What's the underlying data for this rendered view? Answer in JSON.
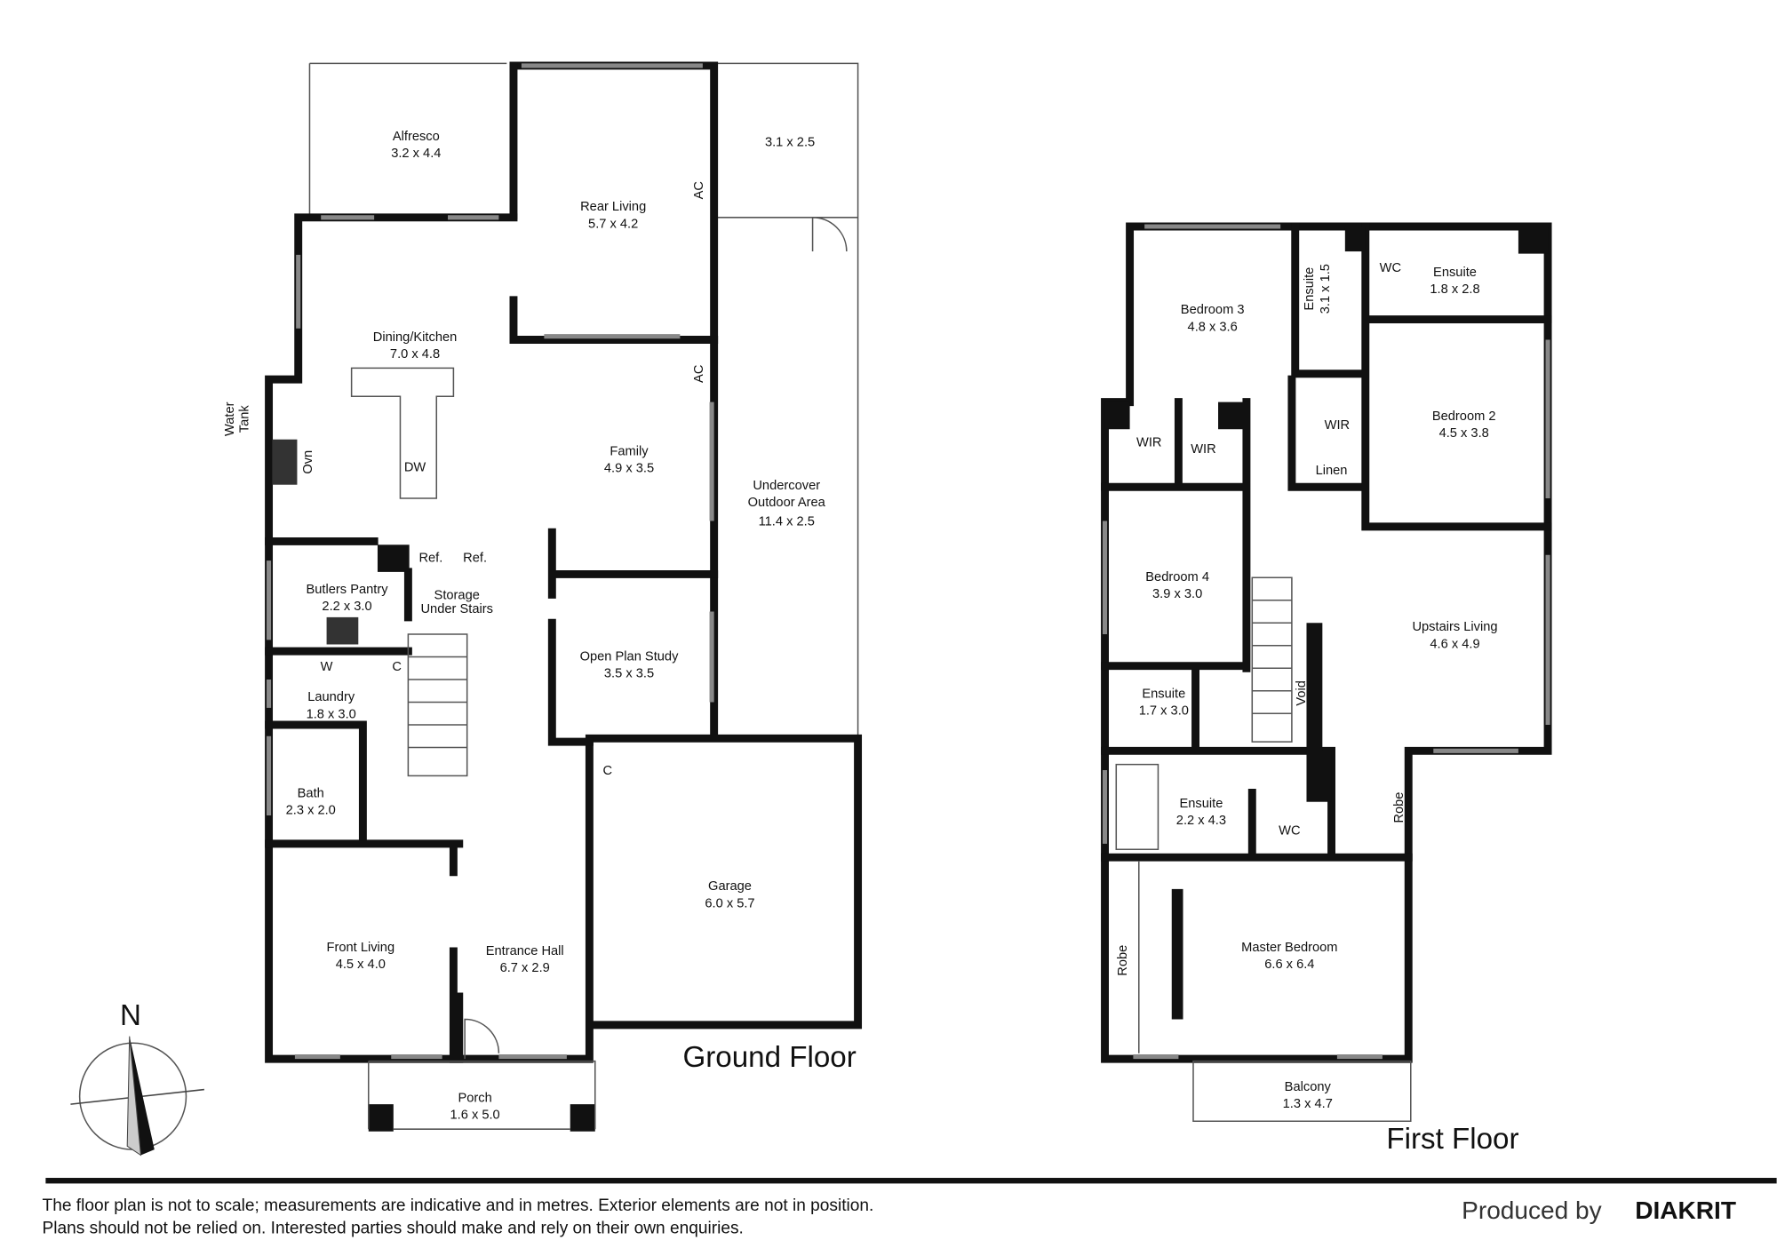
{
  "ground_floor": {
    "title": "Ground Floor",
    "rooms": [
      {
        "name": "Alfresco",
        "dim": "3.2 x 4.4"
      },
      {
        "name": "",
        "dim": "3.1 x 2.5"
      },
      {
        "name": "Rear Living",
        "dim": "5.7 x 4.2"
      },
      {
        "name": "Dining/Kitchen",
        "dim": "7.0 x 4.8"
      },
      {
        "name": "Family",
        "dim": "4.9 x 3.5"
      },
      {
        "name": "Undercover Outdoor Area",
        "dim": "11.4 x 2.5"
      },
      {
        "name": "Butlers Pantry",
        "dim": "2.2 x 3.0"
      },
      {
        "name": "Storage Under Stairs",
        "dim": ""
      },
      {
        "name": "Open Plan Study",
        "dim": "3.5 x 3.5"
      },
      {
        "name": "Laundry",
        "dim": "1.8 x 3.0"
      },
      {
        "name": "Bath",
        "dim": "2.3 x 2.0"
      },
      {
        "name": "Garage",
        "dim": "6.0 x 5.7"
      },
      {
        "name": "Front Living",
        "dim": "4.5 x 4.0"
      },
      {
        "name": "Entrance Hall",
        "dim": "6.7 x 2.9"
      },
      {
        "name": "Porch",
        "dim": "1.6 x 5.0"
      }
    ],
    "fixtures": [
      "Ref.",
      "Ref.",
      "W",
      "C",
      "C",
      "AC",
      "AC",
      "Ovn",
      "DW",
      "Water Tank"
    ]
  },
  "first_floor": {
    "title": "First Floor",
    "rooms": [
      {
        "name": "Bedroom 3",
        "dim": "4.8 x 3.6"
      },
      {
        "name": "Ensuite",
        "dim": "3.1 x 1.5"
      },
      {
        "name": "WC",
        "dim": ""
      },
      {
        "name": "Ensuite",
        "dim": "1.8 x 2.8"
      },
      {
        "name": "Bedroom 2",
        "dim": "4.5 x 3.8"
      },
      {
        "name": "WIR",
        "dim": ""
      },
      {
        "name": "WIR",
        "dim": ""
      },
      {
        "name": "WIR",
        "dim": ""
      },
      {
        "name": "Linen",
        "dim": ""
      },
      {
        "name": "Bedroom 4",
        "dim": "3.9 x 3.0"
      },
      {
        "name": "Upstairs Living",
        "dim": "4.6 x 4.9"
      },
      {
        "name": "Ensuite",
        "dim": "1.7 x 3.0"
      },
      {
        "name": "Void",
        "dim": ""
      },
      {
        "name": "Ensuite",
        "dim": "2.2 x 4.3"
      },
      {
        "name": "WC",
        "dim": ""
      },
      {
        "name": "Robe",
        "dim": ""
      },
      {
        "name": "Master Bedroom",
        "dim": "6.6 x 6.4"
      },
      {
        "name": "Robe",
        "dim": ""
      },
      {
        "name": "Balcony",
        "dim": "1.3 x 4.7"
      }
    ]
  },
  "compass": {
    "label": "N"
  },
  "footer": {
    "disclaimer_line1": "The floor plan is not to scale; measurements are indicative and in metres. Exterior elements are not in position.",
    "disclaimer_line2": "Plans should not be relied on. Interested parties should make and rely on their own enquiries.",
    "produced_by": "Produced by",
    "brand": "DIAKRIT"
  }
}
